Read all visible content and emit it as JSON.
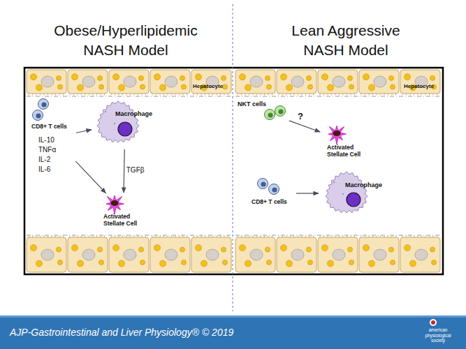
{
  "diagram": {
    "nodes": [
      {
        "text": [
          "CD8+ T cells",
          "IL-10 TNFα IL-2 IL-6"
        ]
      },
      {
        "text": [
          "Macrophage"
        ]
      },
      {
        "text": [
          "Activated Stellate Cell"
        ]
      },
      {
        "text": [
          "NKT cells"
        ]
      },
      {
        "text": [
          "Activated Stellate Cell"
        ]
      },
      {
        "text": [
          "CD8+ T cells"
        ]
      },
      {
        "text": [
          "Macrophage"
        ]
      }
    ],
    "edges": [
      {
        "from": 0,
        "to": 1,
        "arrow": "to"
      },
      {
        "from": 0,
        "to": 2,
        "arrow": "to"
      },
      {
        "from": 1,
        "to": 2,
        "label": "TGFβ",
        "arrow": "to"
      },
      {
        "from": 3,
        "to": 4,
        "label": "?",
        "arrow": "to"
      },
      {
        "from": 5,
        "to": 6,
        "arrow": "to"
      }
    ],
    "labels": [
      "Obese/Hyperlipidemic NASH Model",
      "Lean Aggressive NASH Model",
      "Hepatocyte",
      "Hepatocyte",
      "AJP-Gastrointestinal and Liver Physiology® © 2019",
      "american physiological society"
    ]
  }
}
